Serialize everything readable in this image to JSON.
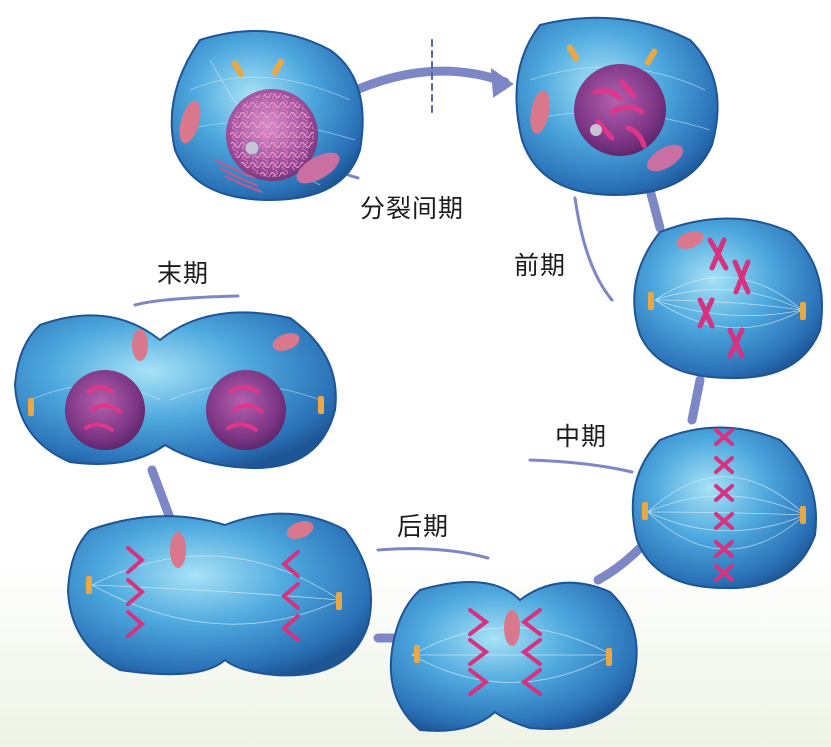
{
  "labels": {
    "interphase": "分裂间期",
    "prophase": "前期",
    "metaphase": "中期",
    "anaphase": "后期",
    "telophase": "末期"
  },
  "colors": {
    "cytoplasm": "#3f9ad6",
    "cytoplasm_light": "#8fd4f2",
    "cytoplasm_dark": "#1f5fa0",
    "cycle_arrow": "#7d87c6",
    "nucleus": "#8a3e88",
    "chromosome": "#d8317f",
    "organelle": "#d9788c",
    "centriole": "#eaa845"
  }
}
